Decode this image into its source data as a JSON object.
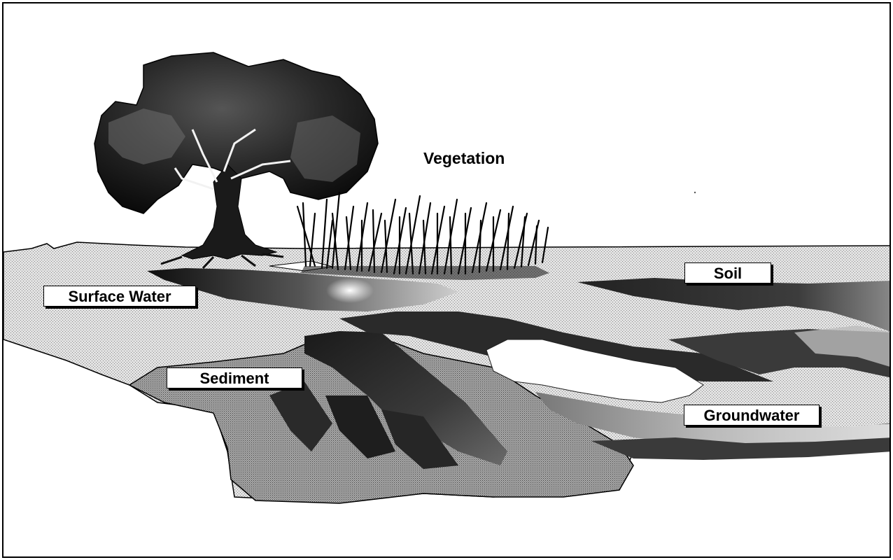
{
  "diagram": {
    "labels": {
      "vegetation": "Vegetation",
      "surface_water": "Surface Water",
      "soil": "Soil",
      "sediment": "Sediment",
      "groundwater": "Groundwater"
    },
    "colors": {
      "ink": "#000000",
      "stipple_light": "#c8c8c8",
      "stipple_mid": "#8a8a8a",
      "stipple_dark": "#3a3a3a",
      "paper": "#ffffff"
    }
  }
}
